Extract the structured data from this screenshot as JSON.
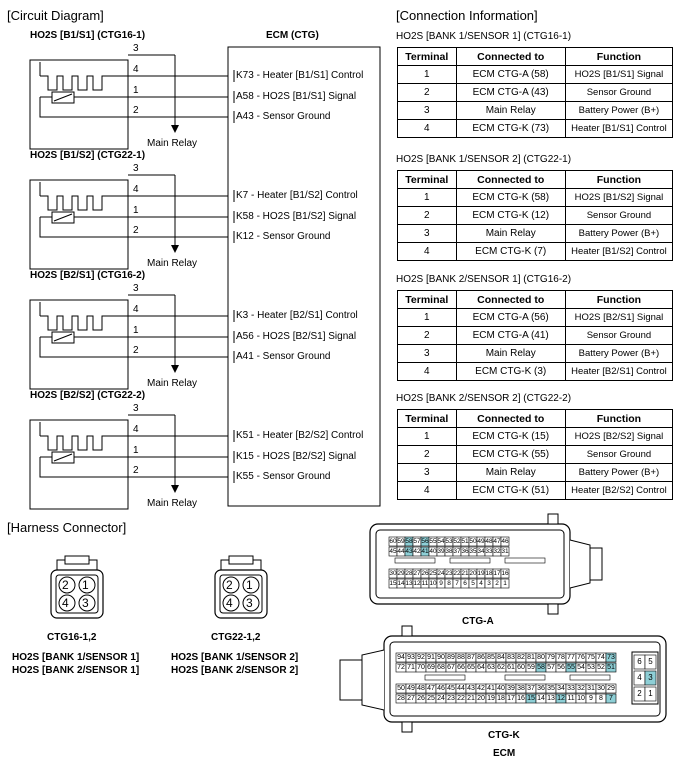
{
  "sections": {
    "circuit_title": "[Circuit Diagram]",
    "connection_title": "[Connection Information]",
    "harness_title": "[Harness Connector]"
  },
  "ecm_box_label": "ECM (CTG)",
  "main_relay_label": "Main Relay",
  "sensors": [
    {
      "title": "HO2S [B1/S1] (CTG16-1)",
      "pins": [
        "3",
        "4",
        "1",
        "2"
      ],
      "ecm_lines": [
        "K73 - Heater [B1/S1] Control",
        "A58 - HO2S [B1/S1] Signal",
        "A43 - Sensor Ground"
      ]
    },
    {
      "title": "HO2S [B1/S2] (CTG22-1)",
      "pins": [
        "3",
        "4",
        "1",
        "2"
      ],
      "ecm_lines": [
        "K7 - Heater [B1/S2] Control",
        "K58 - HO2S [B1/S2] Signal",
        "K12 - Sensor Ground"
      ]
    },
    {
      "title": "HO2S [B2/S1] (CTG16-2)",
      "pins": [
        "3",
        "4",
        "1",
        "2"
      ],
      "ecm_lines": [
        "K3 - Heater [B2/S1] Control",
        "A56 - HO2S [B2/S1] Signal",
        "A41 - Sensor Ground"
      ]
    },
    {
      "title": "HO2S [B2/S2] (CTG22-2)",
      "pins": [
        "3",
        "4",
        "1",
        "2"
      ],
      "ecm_lines": [
        "K51 - Heater [B2/S2] Control",
        "K15 - HO2S [B2/S2] Signal",
        "K55 - Sensor Ground"
      ]
    }
  ],
  "tables": [
    {
      "title": "HO2S [BANK 1/SENSOR 1] (CTG16-1)",
      "headers": [
        "Terminal",
        "Connected to",
        "Function"
      ],
      "rows": [
        [
          "1",
          "ECM CTG-A (58)",
          "HO2S [B1/S1] Signal"
        ],
        [
          "2",
          "ECM CTG-A (43)",
          "Sensor Ground"
        ],
        [
          "3",
          "Main Relay",
          "Battery Power (B+)"
        ],
        [
          "4",
          "ECM CTG-K (73)",
          "Heater [B1/S1] Control"
        ]
      ]
    },
    {
      "title": "HO2S [BANK 1/SENSOR 2] (CTG22-1)",
      "headers": [
        "Terminal",
        "Connected to",
        "Function"
      ],
      "rows": [
        [
          "1",
          "ECM CTG-K (58)",
          "HO2S [B1/S2] Signal"
        ],
        [
          "2",
          "ECM CTG-K (12)",
          "Sensor Ground"
        ],
        [
          "3",
          "Main Relay",
          "Battery Power (B+)"
        ],
        [
          "4",
          "ECM CTG-K (7)",
          "Heater [B1/S2] Control"
        ]
      ]
    },
    {
      "title": "HO2S [BANK 2/SENSOR 1] (CTG16-2)",
      "headers": [
        "Terminal",
        "Connected to",
        "Function"
      ],
      "rows": [
        [
          "1",
          "ECM CTG-A (56)",
          "HO2S [B2/S1] Signal"
        ],
        [
          "2",
          "ECM CTG-A (41)",
          "Sensor Ground"
        ],
        [
          "3",
          "Main Relay",
          "Battery Power (B+)"
        ],
        [
          "4",
          "ECM CTG-K (3)",
          "Heater [B2/S1] Control"
        ]
      ]
    },
    {
      "title": "HO2S [BANK 2/SENSOR 2] (CTG22-2)",
      "headers": [
        "Terminal",
        "Connected to",
        "Function"
      ],
      "rows": [
        [
          "1",
          "ECM CTG-K (15)",
          "HO2S [B2/S2] Signal"
        ],
        [
          "2",
          "ECM CTG-K (55)",
          "Sensor Ground"
        ],
        [
          "3",
          "Main Relay",
          "Battery Power (B+)"
        ],
        [
          "4",
          "ECM CTG-K (51)",
          "Heater [B2/S2] Control"
        ]
      ]
    }
  ],
  "harness": {
    "conn1": {
      "pins": [
        "2",
        "1",
        "4",
        "3"
      ],
      "label": "CTG16-1,2",
      "line1": "HO2S [BANK 1/SENSOR 1]",
      "line2": "HO2S [BANK 2/SENSOR 1]"
    },
    "conn2": {
      "pins": [
        "2",
        "1",
        "4",
        "3"
      ],
      "label": "CTG22-1,2",
      "line1": "HO2S [BANK 1/SENSOR 2]",
      "line2": "HO2S [BANK 2/SENSOR 2]"
    },
    "ctga": {
      "label": "CTG-A",
      "highlight": [
        "58",
        "56",
        "43",
        "41"
      ],
      "rows": [
        [
          "60",
          "59",
          "58",
          "57",
          "56",
          "55",
          "54",
          "53",
          "52",
          "51",
          "50",
          "49",
          "48",
          "47",
          "46"
        ],
        [
          "45",
          "44",
          "43",
          "42",
          "41",
          "40",
          "39",
          "38",
          "37",
          "36",
          "35",
          "34",
          "33",
          "32",
          "31"
        ],
        [
          "30",
          "29",
          "28",
          "27",
          "26",
          "25",
          "24",
          "23",
          "22",
          "21",
          "20",
          "19",
          "18",
          "17",
          "16"
        ],
        [
          "15",
          "14",
          "13",
          "12",
          "11",
          "10",
          "9",
          "8",
          "7",
          "6",
          "5",
          "4",
          "3",
          "2",
          "1"
        ]
      ]
    },
    "ctgk": {
      "label": "CTG-K",
      "sublabel": "ECM",
      "highlight": [
        "73",
        "58",
        "55",
        "51",
        "15",
        "12",
        "7",
        "3"
      ],
      "rows": [
        [
          "94",
          "93",
          "92",
          "91",
          "90",
          "89",
          "88",
          "87",
          "86",
          "85",
          "84",
          "83",
          "82",
          "81",
          "80",
          "79",
          "78",
          "77",
          "76",
          "75",
          "74",
          "73"
        ],
        [
          "72",
          "71",
          "70",
          "69",
          "68",
          "67",
          "66",
          "65",
          "64",
          "63",
          "62",
          "61",
          "60",
          "59",
          "58",
          "57",
          "56",
          "55",
          "54",
          "53",
          "52",
          "51"
        ],
        [
          "50",
          "49",
          "48",
          "47",
          "46",
          "45",
          "44",
          "43",
          "42",
          "41",
          "40",
          "39",
          "38",
          "37",
          "36",
          "35",
          "34",
          "33",
          "32",
          "31",
          "30",
          "29"
        ],
        [
          "28",
          "27",
          "26",
          "25",
          "24",
          "23",
          "22",
          "21",
          "20",
          "19",
          "18",
          "17",
          "16",
          "15",
          "14",
          "13",
          "12",
          "11",
          "10",
          "9",
          "8",
          "7"
        ]
      ],
      "side": [
        [
          "6",
          "5"
        ],
        [
          "4",
          "3"
        ],
        [
          "2",
          "1"
        ]
      ]
    }
  }
}
